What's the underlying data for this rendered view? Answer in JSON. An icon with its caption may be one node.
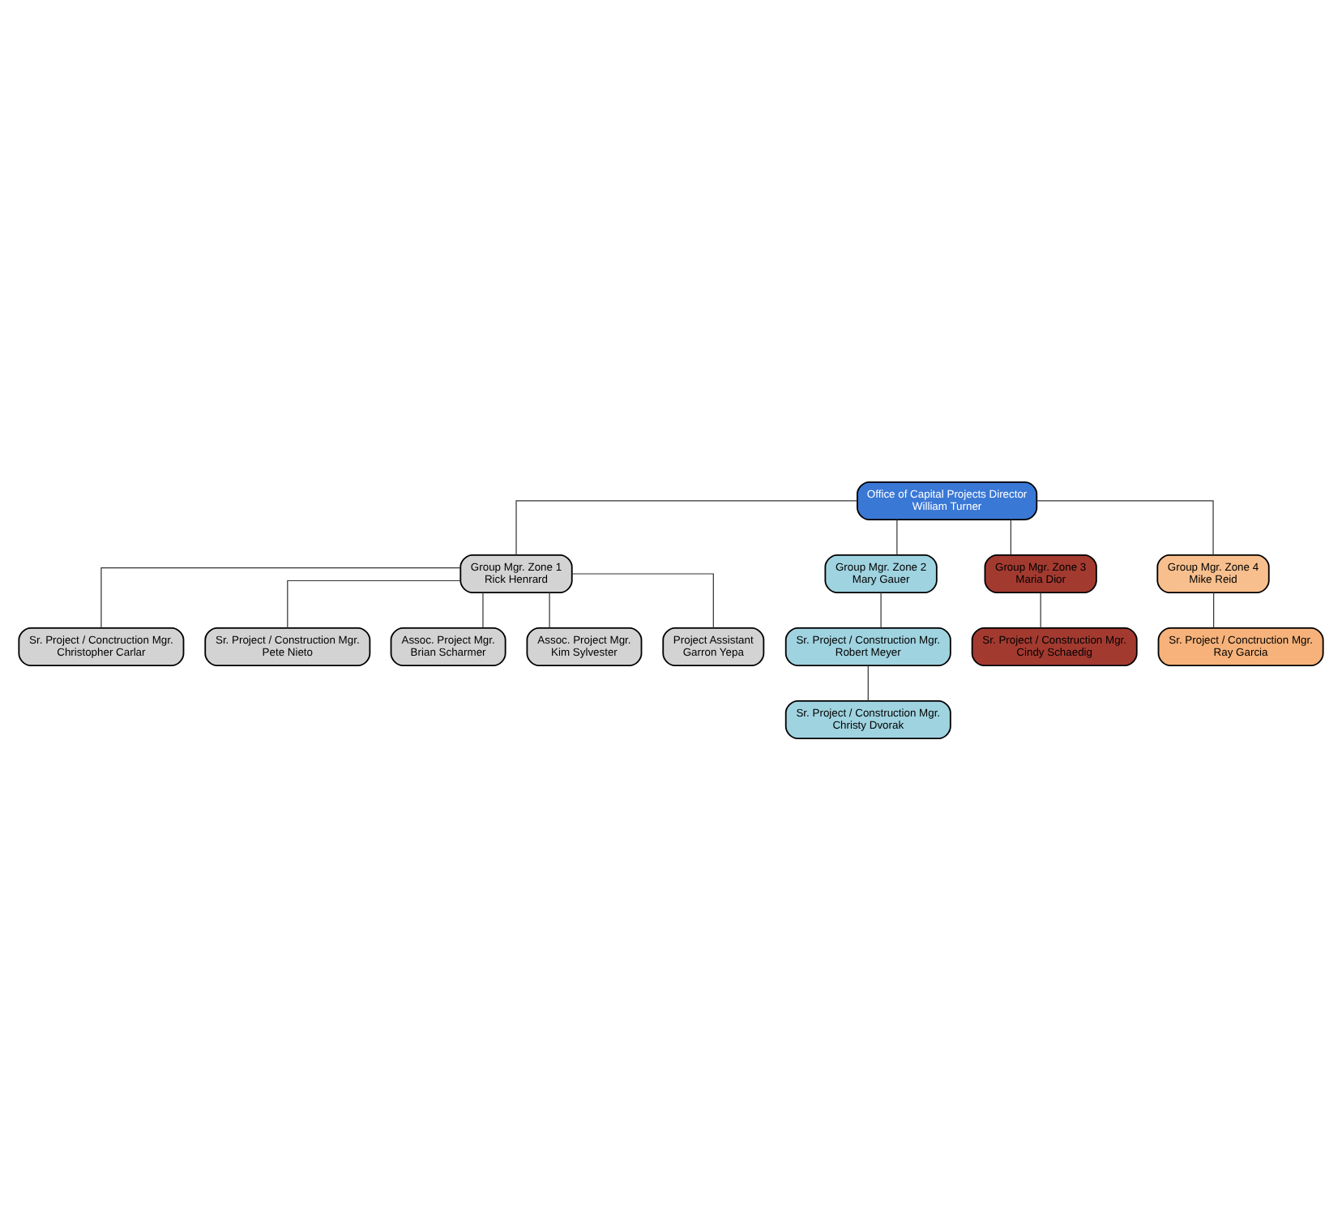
{
  "diagram": {
    "nodes": [
      {
        "text": [
          "Office of Capital Projects Director",
          "William Turner"
        ]
      },
      {
        "text": [
          "Group Mgr. Zone 1",
          "Rick Henrard"
        ]
      },
      {
        "text": [
          "Group Mgr. Zone 2",
          "Mary Gauer"
        ]
      },
      {
        "text": [
          "Group Mgr. Zone 3",
          "Maria Dior"
        ]
      },
      {
        "text": [
          "Group Mgr. Zone 4",
          "Mike Reid"
        ]
      },
      {
        "text": [
          "Sr. Project / Conctruction Mgr.",
          "Christopher Carlar"
        ]
      },
      {
        "text": [
          "Sr. Project / Construction Mgr.",
          "Pete Nieto"
        ]
      },
      {
        "text": [
          "Assoc. Project Mgr.",
          "Brian Scharmer"
        ]
      },
      {
        "text": [
          "Assoc. Project Mgr.",
          "Kim Sylvester"
        ]
      },
      {
        "text": [
          "Project Assistant",
          "Garron Yepa"
        ]
      },
      {
        "text": [
          "Sr. Project / Construction Mgr.",
          "Robert Meyer"
        ]
      },
      {
        "text": [
          "Sr. Project / Construction Mgr.",
          "Christy Dvorak"
        ]
      },
      {
        "text": [
          "Sr. Project / Construction Mgr.",
          "Cindy Schaedig"
        ]
      },
      {
        "text": [
          "Sr. Project / Conctruction Mgr.",
          "Ray Garcia"
        ]
      }
    ],
    "edges": [
      {
        "from": 0,
        "to": 1,
        "arrow": "none"
      },
      {
        "from": 0,
        "to": 2,
        "arrow": "none"
      },
      {
        "from": 0,
        "to": 3,
        "arrow": "none"
      },
      {
        "from": 0,
        "to": 4,
        "arrow": "none"
      },
      {
        "from": 1,
        "to": 5,
        "arrow": "none"
      },
      {
        "from": 1,
        "to": 6,
        "arrow": "none"
      },
      {
        "from": 1,
        "to": 7,
        "arrow": "none"
      },
      {
        "from": 1,
        "to": 8,
        "arrow": "none"
      },
      {
        "from": 1,
        "to": 9,
        "arrow": "none"
      },
      {
        "from": 2,
        "to": 10,
        "arrow": "none"
      },
      {
        "from": 10,
        "to": 11,
        "arrow": "none"
      },
      {
        "from": 3,
        "to": 12,
        "arrow": "none"
      },
      {
        "from": 4,
        "to": 13,
        "arrow": "none"
      }
    ]
  }
}
